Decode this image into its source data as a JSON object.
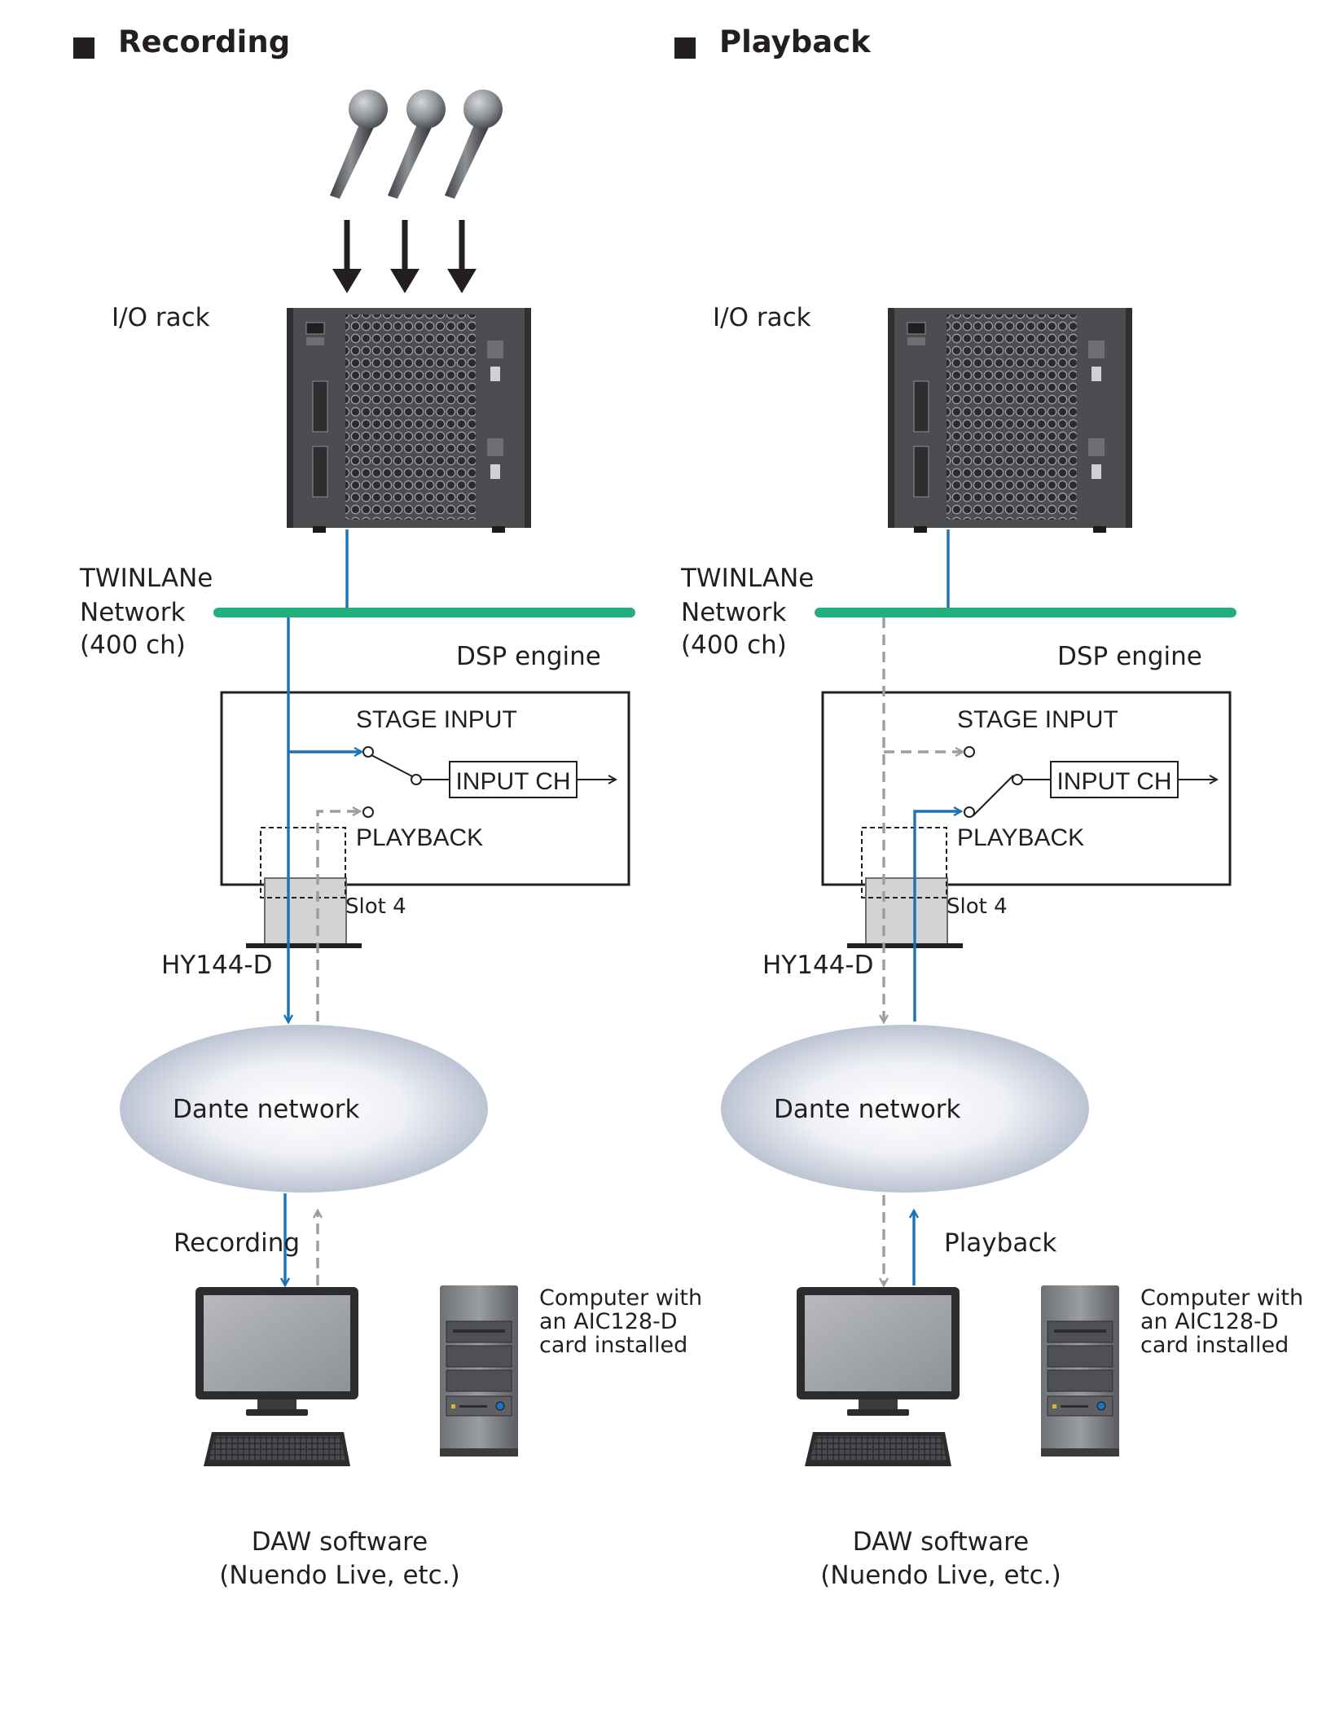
{
  "colors": {
    "signal_active": "#1a73b8",
    "signal_inactive": "#9d9d9d",
    "network_line": "#21b07d",
    "rack_body": "#4b4d50",
    "dante_cloud": "#c9cfdc"
  },
  "panels": [
    {
      "heading": "Recording",
      "io_rack_label": "I/O rack",
      "network_label": [
        "TWINLANe",
        "Network",
        "(400 ch)"
      ],
      "dsp_title": "DSP engine",
      "stage_input": "STAGE INPUT",
      "input_ch": "INPUT CH",
      "playback_port": "PLAYBACK",
      "slot_label": "Slot 4",
      "card_label": "HY144-D",
      "dante_label": "Dante network",
      "flow_label": "Recording",
      "computer_label": [
        "Computer with",
        "an AIC128-D",
        "card installed"
      ],
      "daw_label": [
        "DAW software",
        "(Nuendo Live, etc.)"
      ],
      "active_path": "stage_input"
    },
    {
      "heading": "Playback",
      "io_rack_label": "I/O rack",
      "network_label": [
        "TWINLANe",
        "Network",
        "(400 ch)"
      ],
      "dsp_title": "DSP engine",
      "stage_input": "STAGE INPUT",
      "input_ch": "INPUT CH",
      "playback_port": "PLAYBACK",
      "slot_label": "Slot 4",
      "card_label": "HY144-D",
      "dante_label": "Dante network",
      "flow_label": "Playback",
      "computer_label": [
        "Computer with",
        "an AIC128-D",
        "card installed"
      ],
      "daw_label": [
        "DAW software",
        "(Nuendo Live, etc.)"
      ],
      "active_path": "playback"
    }
  ],
  "icons": [
    "microphone-icon",
    "io-rack-icon",
    "monitor-icon",
    "keyboard-icon",
    "pc-tower-icon"
  ]
}
